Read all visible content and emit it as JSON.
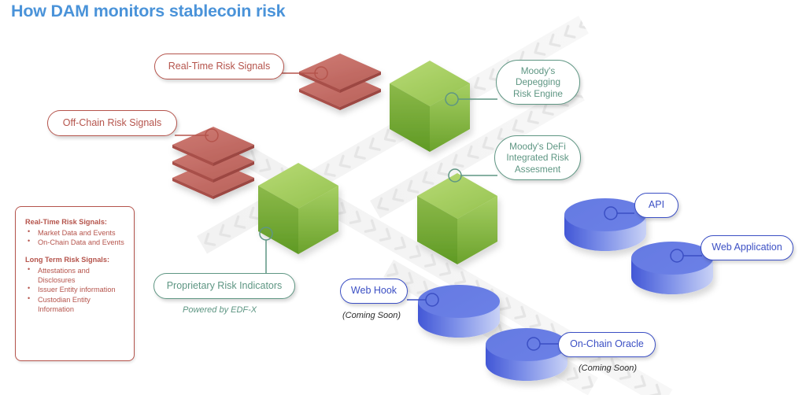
{
  "title": "How DAM monitors stablecoin risk",
  "colors": {
    "title_blue": "#4a93d9",
    "red": "#b5544c",
    "green": "#5e9683",
    "blue": "#3b4fc4",
    "cube_green_light": "#a8cf61",
    "cube_green_dark": "#5f9b28",
    "plate_red": "#c5706a",
    "cylinder_blue": "#5f73dd",
    "road_gray": "#eeeeee"
  },
  "legend": {
    "name": "risk-signals-legend",
    "sections": [
      {
        "heading": "Real-Time Risk Signals:",
        "items": [
          "Market Data and Events",
          "On-Chain Data and Events"
        ]
      },
      {
        "heading": "Long Term Risk Signals:",
        "items": [
          "Attestations and Disclosures",
          "Issuer Entity information",
          "Custodian Entity Information"
        ]
      }
    ]
  },
  "callouts": [
    {
      "id": "real-time-risk-signals",
      "label": "Real-Time Risk Signals",
      "color": "red",
      "note": ""
    },
    {
      "id": "off-chain-risk-signals",
      "label": "Off-Chain Risk Signals",
      "color": "red",
      "note": ""
    },
    {
      "id": "moodys-depegging-risk-engine",
      "label": "Moody's\nDepegging\nRisk Engine",
      "color": "green",
      "note": ""
    },
    {
      "id": "moodys-defi-integrated-risk-assesment",
      "label": "Moody's DeFi\nIntegrated Risk\nAssesment",
      "color": "green",
      "note": ""
    },
    {
      "id": "proprietary-risk-indicators",
      "label": "Proprietary Risk Indicators",
      "color": "green",
      "note": "Powered by EDF-X"
    },
    {
      "id": "web-hook",
      "label": "Web Hook",
      "color": "blue",
      "note": "(Coming Soon)"
    },
    {
      "id": "api",
      "label": "API",
      "color": "blue",
      "note": ""
    },
    {
      "id": "web-application",
      "label": "Web Application",
      "color": "blue",
      "note": ""
    },
    {
      "id": "on-chain-oracle",
      "label": "On-Chain Oracle",
      "color": "blue",
      "note": "(Coming Soon)"
    }
  ],
  "nodes": {
    "plates_top": {
      "name": "red-data-plates-realtime",
      "layers": 2
    },
    "plates_left": {
      "name": "red-data-plates-offchain",
      "layers": 3
    },
    "cube_top": {
      "name": "green-cube-depegging-engine"
    },
    "cube_mid": {
      "name": "green-cube-defi-risk"
    },
    "cube_left": {
      "name": "green-cube-proprietary-indicators"
    },
    "cyl_api": {
      "name": "blue-cylinder-api"
    },
    "cyl_webapp": {
      "name": "blue-cylinder-web-application"
    },
    "cyl_webhook": {
      "name": "blue-cylinder-web-hook"
    },
    "cyl_oracle": {
      "name": "blue-cylinder-on-chain-oracle"
    }
  },
  "labels": {
    "powered_by": "Powered by EDF-X",
    "coming_soon": "(Coming Soon)"
  }
}
